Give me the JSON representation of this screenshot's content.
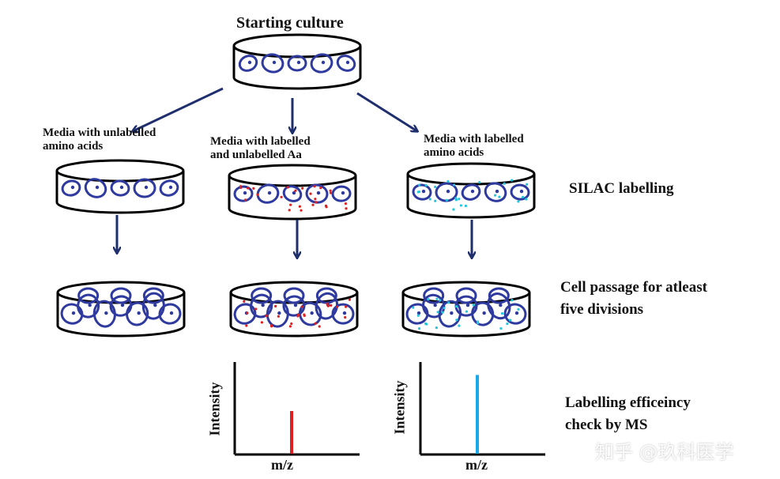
{
  "labels": {
    "start": "Starting culture",
    "media_unlabelled_1": "Media with unlabelled",
    "media_unlabelled_2": "amino acids",
    "media_mixed_1": "Media with labelled",
    "media_mixed_2": "and unlabelled Aa",
    "media_labelled_1": "Media with labelled",
    "media_labelled_2": "amino acids",
    "silac": "SILAC labelling",
    "passage_1": "Cell passage for atleast",
    "passage_2": "five divisions",
    "efficiency_1": "Labelling efficeincy",
    "efficiency_2": "check by MS"
  },
  "spectra": [
    {
      "ylabel": "Intensity",
      "xlabel": "m/z",
      "peak_fraction": 0.47,
      "peak_color": "#e02020"
    },
    {
      "ylabel": "Intensity",
      "xlabel": "m/z",
      "peak_fraction": 0.86,
      "peak_color": "#1aa8e6"
    }
  ],
  "watermark": "知乎 @玖科医学",
  "colors": {
    "arrow": "#1f2f6e",
    "cell": "#2f3a9e",
    "unlabelled_dot": "#e02020",
    "labelled_dot": "#22c6dd",
    "outline": "#000000"
  }
}
